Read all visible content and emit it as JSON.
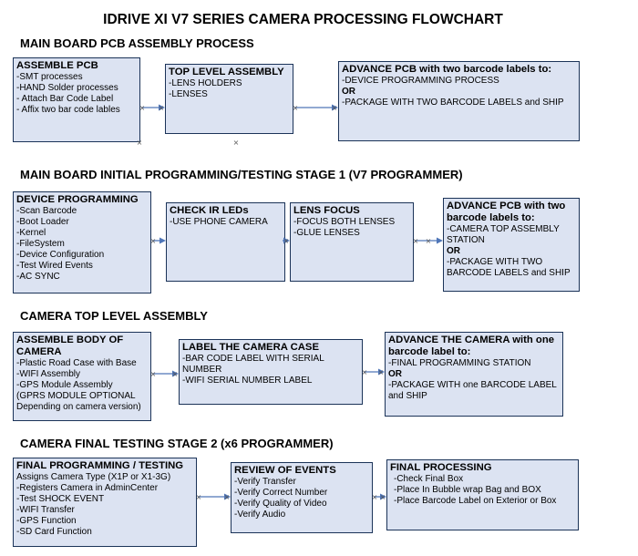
{
  "title": "IDRIVE XI V7 SERIES CAMERA PROCESSING FLOWCHART",
  "colors": {
    "box_fill": "#dce3f2",
    "box_border": "#1b3358",
    "arrow": "#4f76b8",
    "text": "#000000"
  },
  "sections": [
    {
      "header": "MAIN BOARD PCB ASSEMBLY PROCESS",
      "boxes": [
        {
          "title": "ASSEMBLE PCB",
          "items": [
            "-SMT processes",
            "-HAND Solder processes",
            "- Attach Bar Code Label",
            "- Affix two bar code lables"
          ]
        },
        {
          "title": "TOP LEVEL ASSEMBLY",
          "items": [
            "-LENS HOLDERS",
            "-LENSES"
          ]
        },
        {
          "title": "ADVANCE PCB with two barcode labels to:",
          "items": [
            "-DEVICE PROGRAMMING PROCESS",
            "OR",
            "-PACKAGE WITH TWO BARCODE LABELS and SHIP"
          ]
        }
      ]
    },
    {
      "header": "MAIN BOARD INITIAL PROGRAMMING/TESTING STAGE 1 (V7 PROGRAMMER)",
      "boxes": [
        {
          "title": "DEVICE PROGRAMMING",
          "items": [
            "-Scan Barcode",
            "-Boot Loader",
            "-Kernel",
            "-FileSystem",
            "-Device Configuration",
            "-Test Wired Events",
            "-AC SYNC"
          ]
        },
        {
          "title": "CHECK IR LEDs",
          "items": [
            "-USE PHONE CAMERA"
          ]
        },
        {
          "title": "LENS FOCUS",
          "items": [
            "-FOCUS BOTH LENSES",
            "-GLUE LENSES"
          ]
        },
        {
          "title": "ADVANCE PCB with two barcode labels to:",
          "items": [
            "-CAMERA TOP ASSEMBLY STATION",
            "OR",
            "-PACKAGE WITH TWO BARCODE LABELS and SHIP"
          ]
        }
      ]
    },
    {
      "header": "CAMERA TOP LEVEL ASSEMBLY",
      "boxes": [
        {
          "title": "ASSEMBLE BODY OF CAMERA",
          "items": [
            "-Plastic Road Case with Base",
            "-WIFI Assembly",
            "-GPS Module Assembly",
            "(GPRS MODULE OPTIONAL Depending on camera version)"
          ]
        },
        {
          "title": "LABEL THE CAMERA CASE",
          "items": [
            "-BAR CODE LABEL WITH SERIAL NUMBER",
            "-WIFI SERIAL NUMBER LABEL"
          ]
        },
        {
          "title": "ADVANCE THE CAMERA with one barcode label to:",
          "items": [
            "-FINAL PROGRAMMING STATION",
            "OR",
            "-PACKAGE WITH one BARCODE LABEL and SHIP"
          ]
        }
      ]
    },
    {
      "header": "CAMERA FINAL TESTING STAGE 2 (x6 PROGRAMMER)",
      "boxes": [
        {
          "title": "FINAL PROGRAMMING / TESTING",
          "items": [
            "Assigns Camera Type (X1P or X1-3G)",
            "-Registers Camera in AdminCenter",
            "-Test SHOCK EVENT",
            "-WIFI Transfer",
            "-GPS Function",
            "-SD Card Function"
          ]
        },
        {
          "title": "REVIEW OF EVENTS",
          "items": [
            "-Verify Transfer",
            "-Verify Correct Number",
            "-Verify Quality of Video",
            "-Verify Audio"
          ]
        },
        {
          "title": "FINAL PROCESSING",
          "items": [
            "-Check Final Box",
            "-Place In Bubble wrap Bag and BOX",
            "-Place Barcode Label on Exterior or Box"
          ]
        }
      ]
    }
  ]
}
